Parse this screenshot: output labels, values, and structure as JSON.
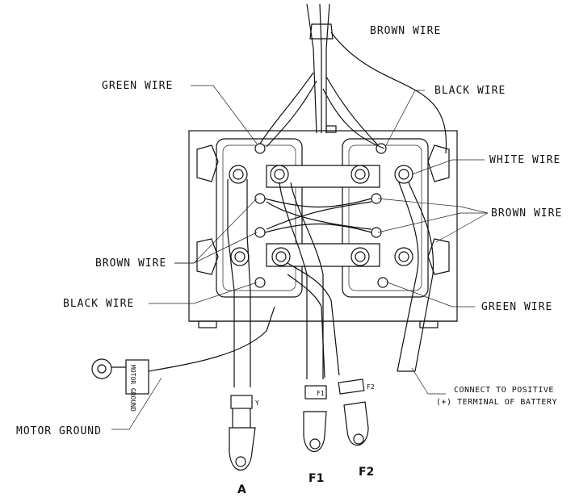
{
  "labels": {
    "brown_wire_top": "BROWN WIRE",
    "green_wire_top": "GREEN  WIRE",
    "black_wire_top": "BLACK  WIRE",
    "white_wire": "WHITE WIRE",
    "brown_wire_right": "BROWN WIRE",
    "brown_wire_left": "BROWN WIRE",
    "black_wire_left": "BLACK  WIRE",
    "green_wire_bottom": "GREEN  WIRE",
    "connect_line1": "CONNECT TO POSITIVE",
    "connect_line2": "(+) TERMINAL OF BATTERY",
    "motor_ground": "MOTOR GROUND"
  },
  "terminals": {
    "a": "A",
    "f1": "F1",
    "f2": "F2"
  },
  "tags": {
    "ground_tag": "MOTOR GROUND",
    "a_tag": "Y",
    "f1_tag": "F1",
    "f2_tag": "F2"
  }
}
